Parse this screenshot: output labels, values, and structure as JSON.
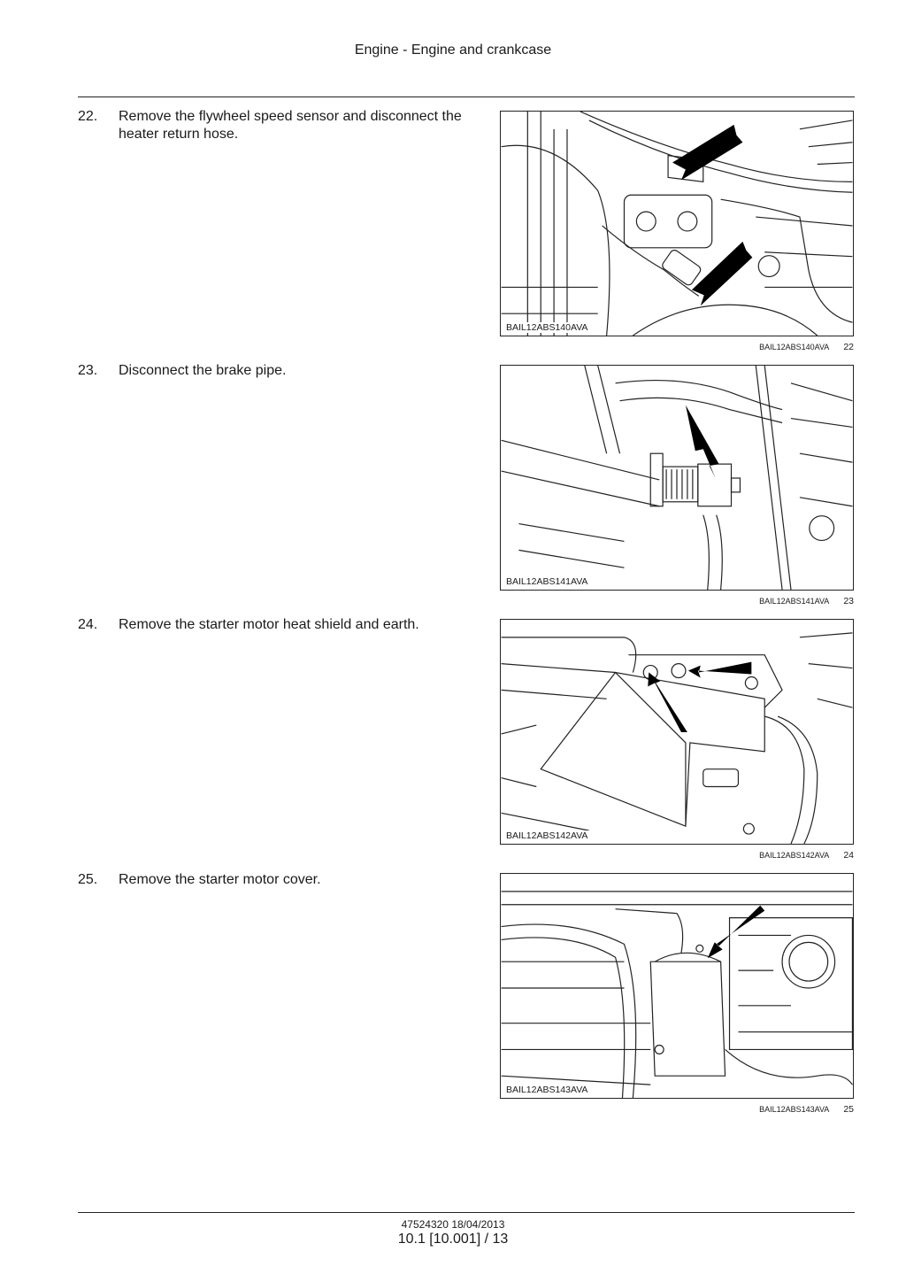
{
  "header": {
    "title": "Engine - Engine and crankcase"
  },
  "steps": [
    {
      "number": "22.",
      "text": "Remove the flywheel speed sensor and disconnect the heater return hose.",
      "figure_label": "BAIL12ABS140AVA",
      "caption_code": "BAIL12ABS140AVA",
      "caption_number": "22"
    },
    {
      "number": "23.",
      "text": "Disconnect the brake pipe.",
      "figure_label": "BAIL12ABS141AVA",
      "caption_code": "BAIL12ABS141AVA",
      "caption_number": "23"
    },
    {
      "number": "24.",
      "text": "Remove the starter motor heat shield and earth.",
      "figure_label": "BAIL12ABS142AVA",
      "caption_code": "BAIL12ABS142AVA",
      "caption_number": "24"
    },
    {
      "number": "25.",
      "text": "Remove the starter motor cover.",
      "figure_label": "BAIL12ABS143AVA",
      "caption_code": "BAIL12ABS143AVA",
      "caption_number": "25"
    }
  ],
  "footer": {
    "doc_ref": "47524320 18/04/2013",
    "page_ref": "10.1 [10.001] / 13"
  },
  "colors": {
    "line": "#222222",
    "arrow": "#000000",
    "background": "#ffffff"
  }
}
